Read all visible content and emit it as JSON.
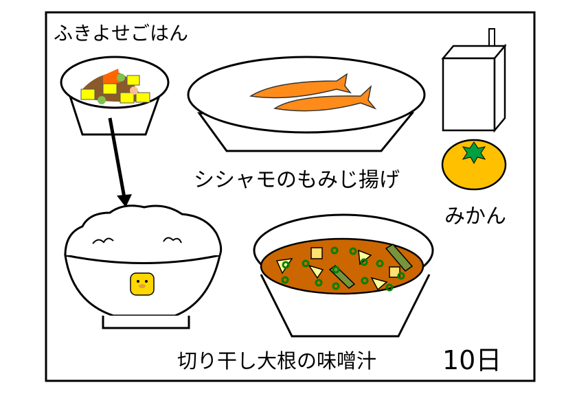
{
  "menu": {
    "rice_mix": "ふきよせごはん",
    "fish": "シシャモのもみじ揚げ",
    "fruit": "みかん",
    "soup": "切り干し大根の味噌汁",
    "date": "10日"
  },
  "colors": {
    "fish": "#ff8c1a",
    "soup": "#cc6600",
    "mikan": "#ffc000",
    "wakame": "#77933c",
    "green_onion": "#008000"
  }
}
